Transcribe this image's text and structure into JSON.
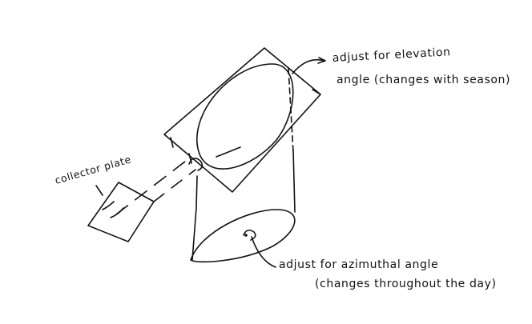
{
  "labels": {
    "collector": "collector plate",
    "elevation_line1": "adjust for elevation",
    "elevation_line2": "angle (changes with season)",
    "azimuth_line1": "adjust for azimuthal angle",
    "azimuth_line2": "(changes throughout the day)"
  },
  "colors": {
    "ink": "#111111",
    "background": "#ffffff"
  },
  "icons": {
    "collector": "collector-plate-sketch",
    "reflector": "mirror-panel-sketch",
    "base": "cylindrical-base-sketch"
  }
}
